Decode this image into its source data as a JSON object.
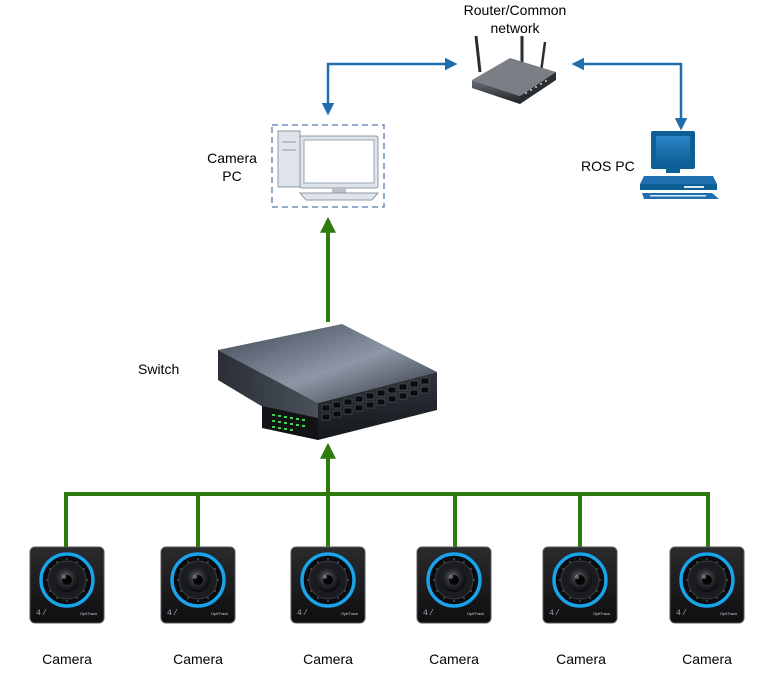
{
  "nodes": {
    "router": {
      "label_line1": "Router/Common",
      "label_line2": "network"
    },
    "camera_pc": {
      "label_line1": "Camera",
      "label_line2": "PC"
    },
    "ros_pc": {
      "label": "ROS PC"
    },
    "switch": {
      "label": "Switch"
    },
    "cameras": [
      {
        "label": "Camera",
        "brand": "OptiTrack"
      },
      {
        "label": "Camera",
        "brand": "OptiTrack"
      },
      {
        "label": "Camera",
        "brand": "OptiTrack"
      },
      {
        "label": "Camera",
        "brand": "OptiTrack"
      },
      {
        "label": "Camera",
        "brand": "OptiTrack"
      },
      {
        "label": "Camera",
        "brand": "OptiTrack"
      }
    ]
  },
  "connections": [
    {
      "from": "camera_pc",
      "to": "router",
      "style": "bidirectional",
      "color": "#1f6fb0"
    },
    {
      "from": "ros_pc",
      "to": "router",
      "style": "bidirectional",
      "color": "#1f6fb0"
    },
    {
      "from": "switch",
      "to": "camera_pc",
      "style": "arrow",
      "color": "#2f7a0c"
    },
    {
      "from": "cameras",
      "to": "switch",
      "style": "arrow",
      "color": "#2f7a0c"
    }
  ],
  "colors": {
    "network_link": "#1f6fb0",
    "camera_link": "#2f7a0c"
  }
}
